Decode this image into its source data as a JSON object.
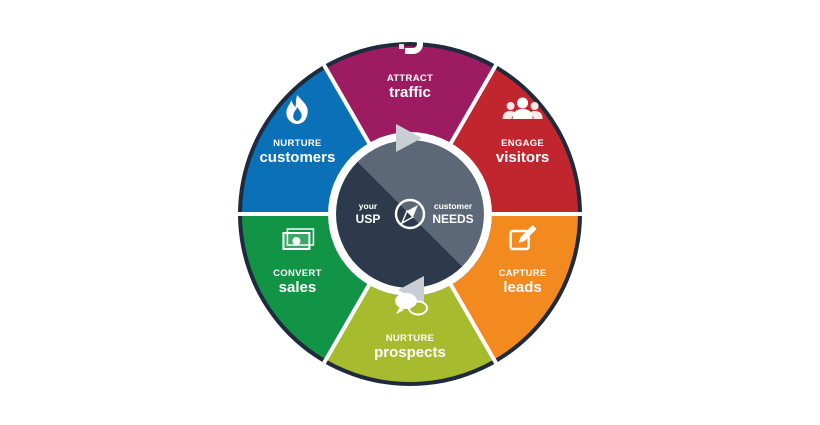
{
  "colors": {
    "outer_ring": "#1f2b3c",
    "hub_left": "#2d3a4c",
    "hub_right": "#5c6877",
    "arrow": "#c9ced4",
    "divider": "#ffffff"
  },
  "segments": [
    {
      "id": "attract",
      "small": "ATTRACT",
      "big": "traffic",
      "color": "#9c1b61",
      "icon": "magnet-icon"
    },
    {
      "id": "engage",
      "small": "ENGAGE",
      "big": "visitors",
      "color": "#c1262e",
      "icon": "users-icon"
    },
    {
      "id": "capture",
      "small": "CAPTURE",
      "big": "leads",
      "color": "#f28a1f",
      "icon": "pencil-edit-icon"
    },
    {
      "id": "nurture-prospects",
      "small": "NURTURE",
      "big": "prospects",
      "color": "#a6bb2d",
      "icon": "chat-bubbles-icon"
    },
    {
      "id": "convert",
      "small": "CONVERT",
      "big": "sales",
      "color": "#119446",
      "icon": "money-stack-icon"
    },
    {
      "id": "nurture-customers",
      "small": "NURTURE",
      "big": "customers",
      "color": "#0a70b7",
      "icon": "flame-icon"
    }
  ],
  "hub": {
    "left_small": "your",
    "left_big": "USP",
    "right_small": "customer",
    "right_big": "NEEDS",
    "icon": "compass-icon"
  }
}
